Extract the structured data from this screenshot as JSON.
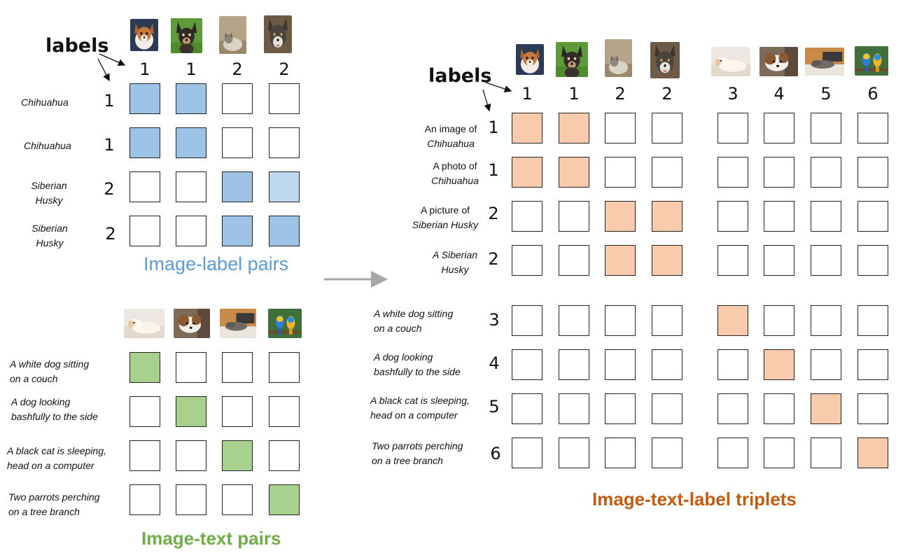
{
  "colors": {
    "blue_fill": "#9dc3e6",
    "light_blue_fill": "#bdd7ee",
    "green_fill": "#a9d18e",
    "orange_fill": "#f8cbad",
    "blue_title": "#5b9bd5",
    "green_title": "#70ad47",
    "orange_title": "#c55a11"
  },
  "icons": [
    "chihuahua-photo-1",
    "chihuahua-photo-2",
    "husky-photo-1",
    "husky-photo-2",
    "white-dog-photo",
    "dog-side-photo",
    "cat-computer-photo",
    "parrots-photo"
  ],
  "image_label": {
    "labels_word": "labels",
    "column_labels": [
      "1",
      "1",
      "2",
      "2"
    ],
    "rows": [
      {
        "text": [
          "Chihuahua"
        ],
        "label": "1"
      },
      {
        "text": [
          "Chihuahua"
        ],
        "label": "1"
      },
      {
        "text": [
          "Siberian",
          "Husky"
        ],
        "label": "2"
      },
      {
        "text": [
          "Siberian",
          "Husky"
        ],
        "label": "2"
      }
    ],
    "matrix": [
      [
        1,
        1,
        0,
        0
      ],
      [
        1,
        1,
        0,
        0
      ],
      [
        0,
        0,
        1,
        2
      ],
      [
        0,
        0,
        1,
        1
      ]
    ],
    "title": "Image-label pairs"
  },
  "image_text": {
    "rows": [
      {
        "text": [
          "A white dog sitting",
          "on a couch"
        ]
      },
      {
        "text": [
          "A dog looking",
          "bashfully to the side"
        ]
      },
      {
        "text": [
          "A black cat is sleeping,",
          "head on a computer"
        ]
      },
      {
        "text": [
          "Two parrots  perching",
          "on  a tree branch"
        ]
      }
    ],
    "matrix": [
      [
        1,
        0,
        0,
        0
      ],
      [
        0,
        1,
        0,
        0
      ],
      [
        0,
        0,
        1,
        0
      ],
      [
        0,
        0,
        0,
        1
      ]
    ],
    "title": "Image-text pairs"
  },
  "triplets": {
    "labels_word": "labels",
    "column_labels": [
      "1",
      "1",
      "2",
      "2",
      "3",
      "4",
      "5",
      "6"
    ],
    "rows": [
      {
        "text": [
          "An image of",
          "Chihuahua"
        ],
        "label": "1"
      },
      {
        "text": [
          "A photo of",
          "Chihuahua"
        ],
        "label": "1"
      },
      {
        "text": [
          "A picture of",
          "Siberian Husky"
        ],
        "label": "2"
      },
      {
        "text": [
          "A Siberian",
          "Husky"
        ],
        "label": "2"
      },
      {
        "text": [
          "A white dog sitting",
          "on a couch"
        ],
        "label": "3"
      },
      {
        "text": [
          "A dog looking",
          "bashfully to the side"
        ],
        "label": "4"
      },
      {
        "text": [
          "A black cat is sleeping,",
          "head on a computer"
        ],
        "label": "5"
      },
      {
        "text": [
          "Two parrots  perching",
          "on  a tree branch"
        ],
        "label": "6"
      }
    ],
    "matrix": [
      [
        1,
        1,
        0,
        0,
        0,
        0,
        0,
        0
      ],
      [
        1,
        1,
        0,
        0,
        0,
        0,
        0,
        0
      ],
      [
        0,
        0,
        1,
        1,
        0,
        0,
        0,
        0
      ],
      [
        0,
        0,
        1,
        1,
        0,
        0,
        0,
        0
      ],
      [
        0,
        0,
        0,
        0,
        1,
        0,
        0,
        0
      ],
      [
        0,
        0,
        0,
        0,
        0,
        1,
        0,
        0
      ],
      [
        0,
        0,
        0,
        0,
        0,
        0,
        1,
        0
      ],
      [
        0,
        0,
        0,
        0,
        0,
        0,
        0,
        1
      ]
    ],
    "title": "Image-text-label triplets"
  }
}
